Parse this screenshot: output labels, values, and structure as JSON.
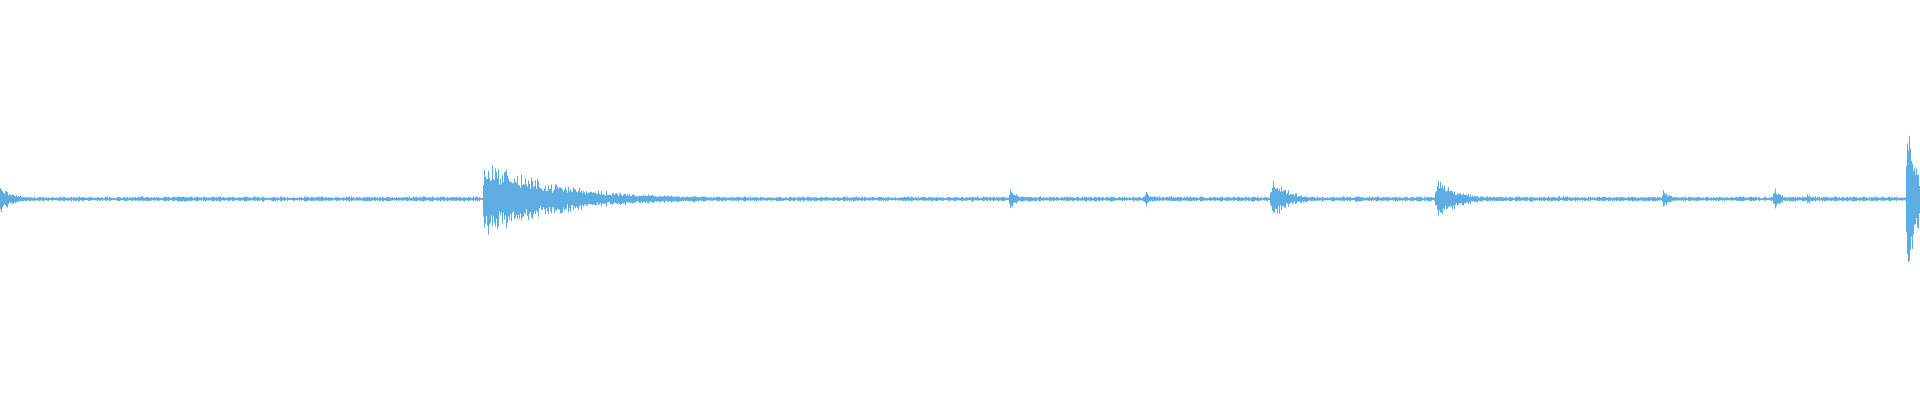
{
  "waveform": {
    "color": "#5dade2",
    "background": "#ffffff",
    "baseline_amplitude": 0.012,
    "noise_amplitude": 0.018,
    "amplitude_range": [
      -1,
      1
    ],
    "events": [
      {
        "position": 0.0,
        "peak": 0.18,
        "decay": 0.006
      },
      {
        "position": 0.128,
        "peak": 0.03,
        "decay": 0.002
      },
      {
        "position": 0.252,
        "peak": 0.45,
        "decay": 0.04
      },
      {
        "position": 0.36,
        "peak": 0.05,
        "decay": 0.01
      },
      {
        "position": 0.43,
        "peak": 0.03,
        "decay": 0.02
      },
      {
        "position": 0.526,
        "peak": 0.15,
        "decay": 0.003
      },
      {
        "position": 0.596,
        "peak": 0.1,
        "decay": 0.004
      },
      {
        "position": 0.662,
        "peak": 0.24,
        "decay": 0.01
      },
      {
        "position": 0.706,
        "peak": 0.04,
        "decay": 0.008
      },
      {
        "position": 0.748,
        "peak": 0.25,
        "decay": 0.012
      },
      {
        "position": 0.866,
        "peak": 0.12,
        "decay": 0.004
      },
      {
        "position": 0.924,
        "peak": 0.18,
        "decay": 0.003
      },
      {
        "position": 0.941,
        "peak": 0.07,
        "decay": 0.003
      },
      {
        "position": 0.993,
        "peak": 0.95,
        "decay": 0.006
      }
    ]
  }
}
